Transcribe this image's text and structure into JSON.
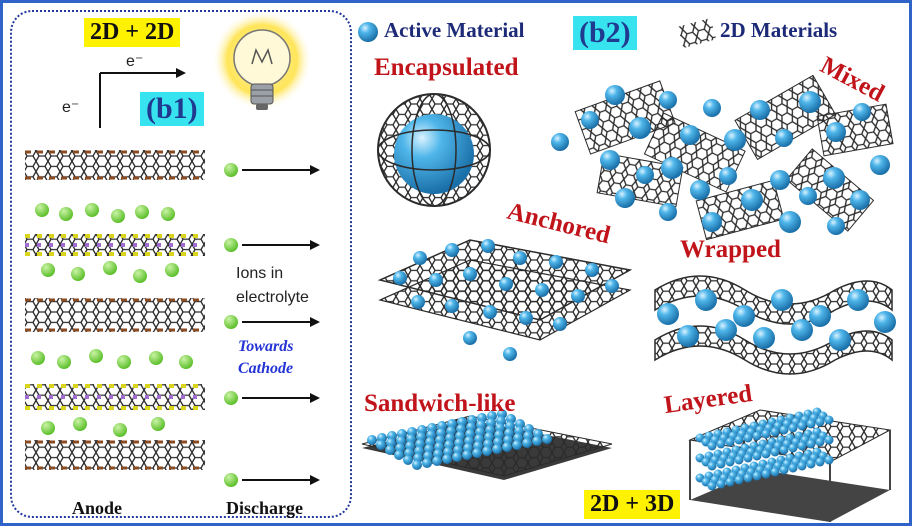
{
  "left": {
    "badge": "2D + 2D",
    "panel_tag": "(b1)",
    "electron_x": "e⁻",
    "electron_y": "e⁻",
    "ions_label_1": "Ions in",
    "ions_label_2": "electrolyte",
    "towards_1": "Towards",
    "towards_2": "Cathode",
    "anode": "Anode",
    "discharge": "Discharge"
  },
  "right": {
    "legend_active": "Active Material",
    "panel_tag": "(b2)",
    "legend_2d": "2D Materials",
    "encapsulated": "Encapsulated",
    "mixed": "Mixed",
    "anchored": "Anchored",
    "wrapped": "Wrapped",
    "sandwich": "Sandwich-like",
    "layered": "Layered",
    "badge": "2D + 3D"
  },
  "colors": {
    "frame": "#2f63c8",
    "active_material": "#3aa6df",
    "ions": "#7cd24a",
    "labels_red": "#c0141a",
    "highlight_yellow": "#fff200",
    "highlight_cyan": "#38e3f0"
  }
}
